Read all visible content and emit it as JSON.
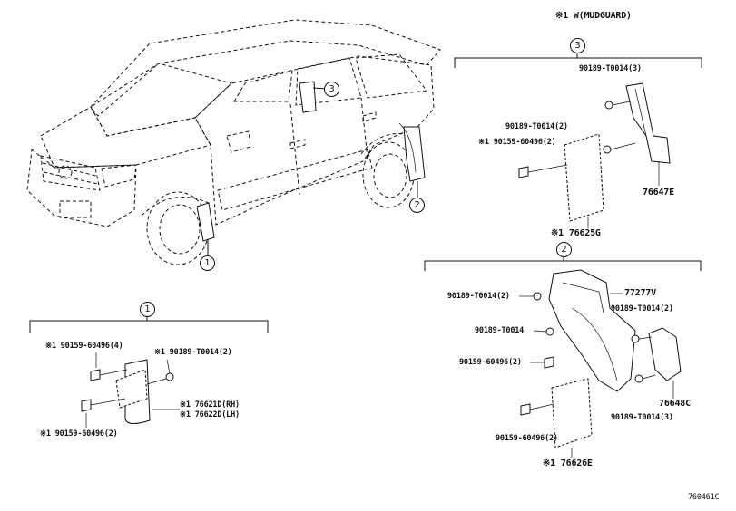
{
  "note": "※1 W(MUDGUARD)",
  "diagram_id": "760461C",
  "callouts": {
    "c1": "1",
    "c2": "2",
    "c3": "3"
  },
  "group1": {
    "num": "1",
    "bolt_a": "※1 90159-60496(4)",
    "screw": "※1 90189-T0014(2)",
    "guard_rh": "※1 76621D(RH)",
    "guard_lh": "※1 76622D(LH)",
    "bolt_b": "※1 90159-60496(2)"
  },
  "group2": {
    "num": "2",
    "screw_a": "90189-T0014(2)",
    "liner": "77277V",
    "screw_b": "90189-T0014",
    "screw_c": "90189-T0014(2)",
    "bolt_a": "90159-60496(2)",
    "bracket": "76648C",
    "screw_d": "90189-T0014(3)",
    "bolt_b": "90159-60496(2)",
    "guard": "※1 76626E"
  },
  "group3": {
    "num": "3",
    "screw_a": "90189-T0014(3)",
    "screw_b": "90189-T0014(2)",
    "bolt": "※1 90159-60496(2)",
    "bracket": "76647E",
    "guard": "※1 76625G"
  }
}
